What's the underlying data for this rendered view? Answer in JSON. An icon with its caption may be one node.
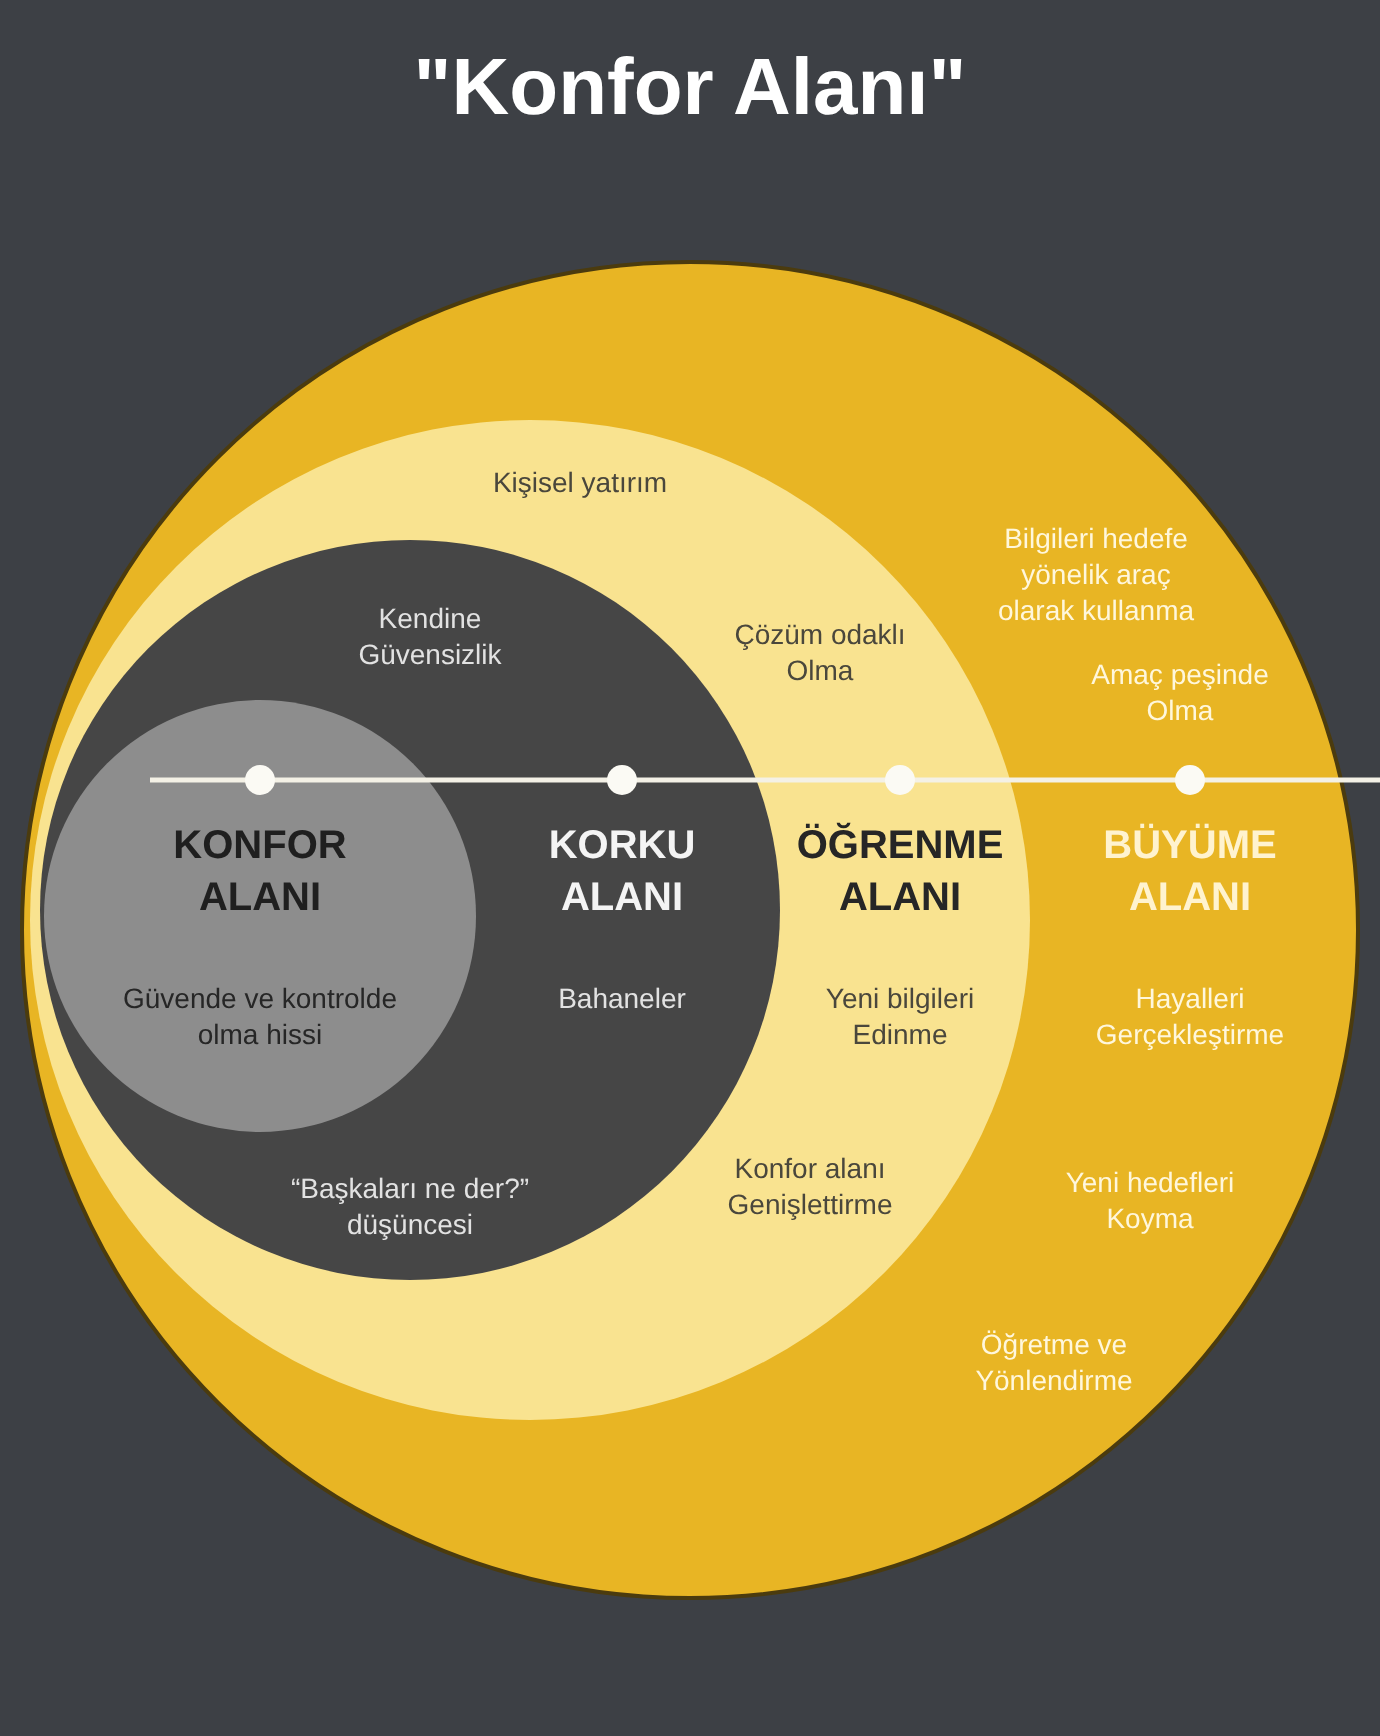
{
  "diagram": {
    "title": "\"Konfor Alanı\"",
    "nodes": [
      {
        "text": [
          "Bilgileri hedefe yönelik araç olarak kullanma",
          "Amaç peşinde Olma",
          "BÜYÜME ALANI",
          "Hayalleri Gerçekleştirme",
          "Yeni hedefleri Koyma",
          "Öğretme ve Yönlendirme"
        ]
      },
      {
        "text": [
          "Kişisel yatırım",
          "Çözüm odaklı Olma",
          "ÖĞRENME ALANI",
          "Yeni bilgileri Edinme",
          "Konfor alanı Genişlettirme"
        ],
        "in": 0
      },
      {
        "text": [
          "Kendine Güvensizlik",
          "KORKU ALANI",
          "Bahaneler",
          "“Başkaları ne der?” düşüncesi"
        ],
        "in": 1
      },
      {
        "text": [
          "KONFOR ALANI",
          "Güvende ve kontrolde olma hissi"
        ],
        "in": 2
      }
    ]
  }
}
